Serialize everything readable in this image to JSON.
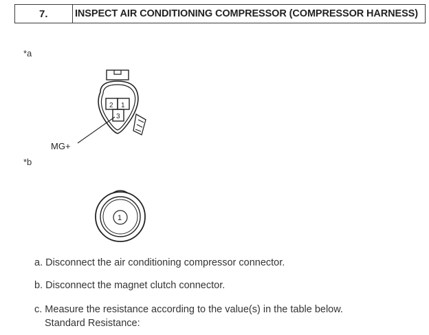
{
  "step": {
    "number": "7.",
    "title": "INSPECT AIR CONDITIONING COMPRESSOR (COMPRESSOR HARNESS)"
  },
  "figure_a": {
    "callout": "*a",
    "pin_labels": [
      "2",
      "1",
      "3"
    ],
    "terminal_label": "MG+"
  },
  "figure_b": {
    "callout": "*b",
    "pin_label": "1"
  },
  "instructions": {
    "a": "a. Disconnect the air conditioning compressor connector.",
    "b": "b. Disconnect the magnet clutch connector.",
    "c": "c. Measure the resistance according to the value(s) in the table below.",
    "c_sub": "Standard Resistance:"
  }
}
